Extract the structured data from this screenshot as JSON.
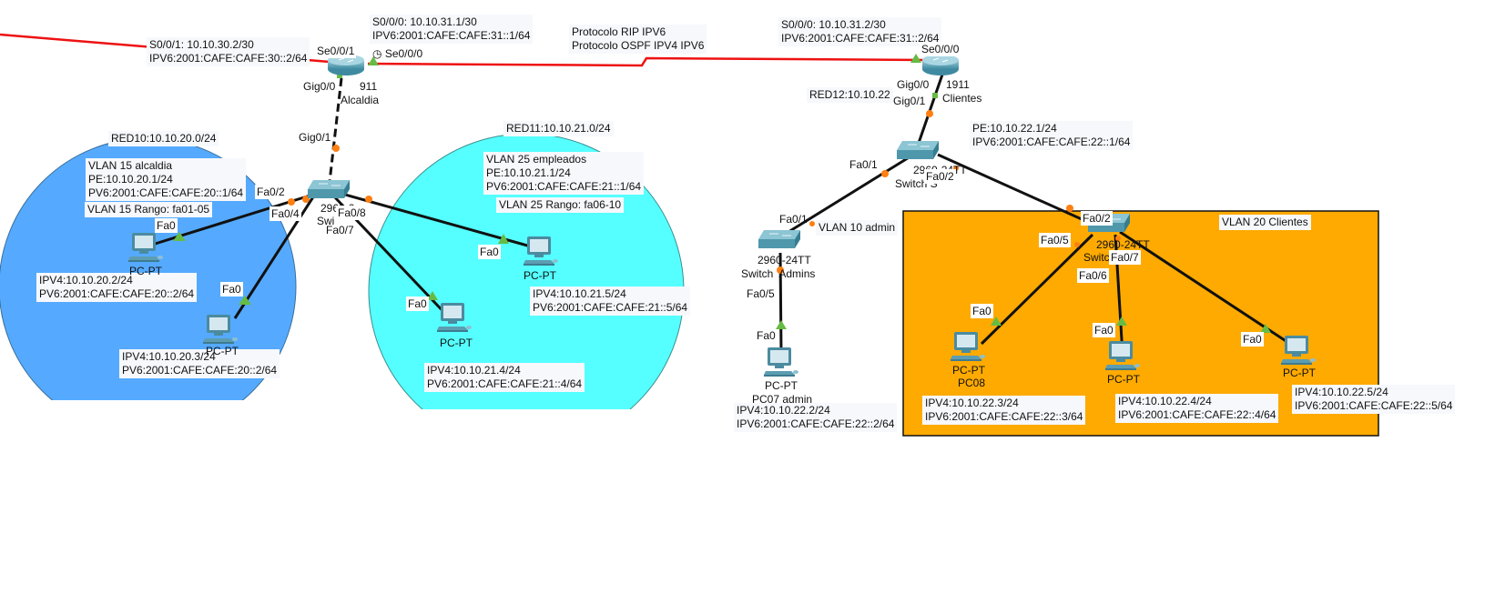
{
  "colors": {
    "serial_link": "#ee1111",
    "ethernet_link": "#111111",
    "zone_red10": "#55aaff",
    "zone_red11": "#55ffff",
    "zone_vlan20": "#ffaa00",
    "port_up": "#66bb44",
    "port_pending": "#ff7f11"
  },
  "annotations": {
    "s001_left": "S0/0/1: 10.10.30.2/30\nIPV6:2001:CAFE:CAFE:30::2/64",
    "s000_alcaldia": "S0/0/0: 10.10.31.1/30\nIPV6:2001:CAFE:CAFE:31::1/64",
    "protocols": "Protocolo RIP IPV6\nProtocolo OSPF IPV4 IPV6",
    "s000_clientes": "S0/0/0: 10.10.31.2/30\nIPV6:2001:CAFE:CAFE:31::2/64",
    "red10": "RED10:10.10.20.0/24",
    "vlan15": "VLAN 15 alcaldia\nPE:10.10.20.1/24\nPV6:2001:CAFE:CAFE:20::1/64",
    "vlan15_range": "VLAN 15 Rango: fa01-05",
    "pc_20_2": "IPV4:10.10.20.2/24\nPV6:2001:CAFE:CAFE:20::2/64",
    "pc_20_3": "IPV4:10.10.20.3/24\nPV6:2001:CAFE:CAFE:20::2/64",
    "red11": "RED11:10.10.21.0/24",
    "vlan25": "VLAN 25 empleados\nPE:10.10.21.1/24\nPV6:2001:CAFE:CAFE:21::1/64",
    "vlan25_range": "VLAN 25 Rango: fa06-10",
    "pc_21_5": "IPV4:10.10.21.5/24\nPV6:2001:CAFE:CAFE:21::5/64",
    "pc_21_4": "IPV4:10.10.21.4/24\nPV6:2001:CAFE:CAFE:21::4/64",
    "red12": "RED12:10.10.22",
    "pe_22": "PE:10.10.22.1/24\nIPV6:2001:CAFE:CAFE:22::1/64",
    "vlan10": "VLAN 10 admin",
    "vlan20": "VLAN 20 Clientes",
    "pc_22_2": "IPV4:10.10.22.2/24\nIPV6:2001:CAFE:CAFE:22::2/64",
    "pc_22_3": "IPV4:10.10.22.3/24\nIPV6:2001:CAFE:CAFE:22::3/64",
    "pc_22_4": "IPV4:10.10.22.4/24\nIPV6:2001:CAFE:CAFE:22::4/64",
    "pc_22_5": "IPV4:10.10.22.5/24\nIPV6:2001:CAFE:CAFE:22::5/64"
  },
  "devices": {
    "router_alcaldia": {
      "model": "911",
      "name": "Alcaldia"
    },
    "router_clientes": {
      "model": "1911",
      "name": "Clientes"
    },
    "switch_alcaldia": {
      "model": "2960-2",
      "name": "Swi"
    },
    "switch_servidor": {
      "model": "2960-24TT",
      "name": "Switch S"
    },
    "switch_admins": {
      "model": "2960-24TT",
      "name": "Switch  Admins"
    },
    "switch_clientes": {
      "model": "2960-24TT",
      "name": "Switch C"
    },
    "pc_a1": {
      "model": "PC-PT",
      "name": ""
    },
    "pc_a2": {
      "model": "PC-PT",
      "name": ""
    },
    "pc_e1": {
      "model": "PC-PT",
      "name": ""
    },
    "pc_e2": {
      "model": "PC-PT",
      "name": ""
    },
    "pc07": {
      "model": "PC-PT",
      "name": "PC07 admin"
    },
    "pc08": {
      "model": "PC-PT",
      "name": "PC08"
    },
    "pc09": {
      "model": "PC-PT",
      "name": ""
    },
    "pc10": {
      "model": "PC-PT",
      "name": ""
    }
  },
  "ports": {
    "se001": "Se0/0/1",
    "se000_a": "Se0/0/0",
    "gig00_a": "Gig0/0",
    "gig01_sw": "Gig0/1",
    "fa02_a": "Fa0/2",
    "fa04": "Fa0/4",
    "fa08": "Fa0/8",
    "fa07": "Fa0/7",
    "fa0_a1": "Fa0",
    "fa0_a2": "Fa0",
    "fa0_e1": "Fa0",
    "fa0_e2": "Fa0",
    "se000_c": "Se0/0/0",
    "gig00_c": "Gig0/0",
    "gig01_c": "Gig0/1",
    "fa01_s": "Fa0/1",
    "fa02_s": "Fa0/2",
    "fa01_adm": "Fa0/1",
    "fa05_adm": "Fa0/5",
    "fa0_pc07": "Fa0",
    "fa02_c": "Fa0/2",
    "fa05_c": "Fa0/5",
    "fa06_c": "Fa0/6",
    "fa07_c": "Fa0/7",
    "fa0_pc08": "Fa0",
    "fa0_pc09": "Fa0",
    "fa0_pc10": "Fa0"
  }
}
